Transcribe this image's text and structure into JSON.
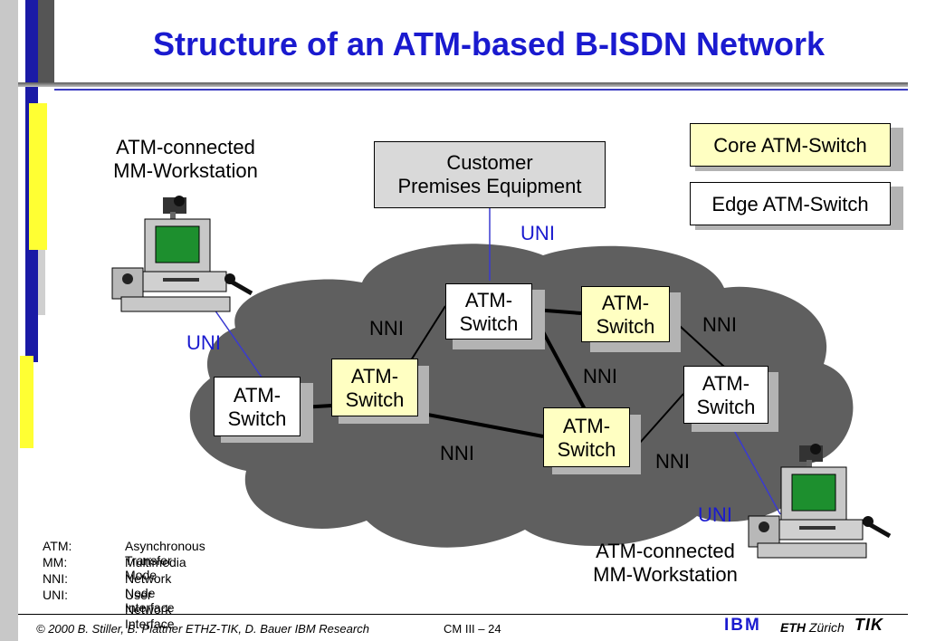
{
  "title": "Structure of an ATM-based B-ISDN Network",
  "workstation_labels": {
    "top_left": [
      "ATM-connected",
      "MM-Workstation"
    ],
    "bottom_right": [
      "ATM-connected",
      "MM-Workstation"
    ]
  },
  "cpe": [
    "Customer",
    "Premises Equipment"
  ],
  "legend_boxes": {
    "core": "Core ATM-Switch",
    "edge": "Edge ATM-Switch"
  },
  "switches": {
    "center_top": [
      "ATM-",
      "Switch"
    ],
    "right_top": [
      "ATM-",
      "Switch"
    ],
    "left": [
      "ATM-",
      "Switch"
    ],
    "middle": [
      "ATM-",
      "Switch"
    ],
    "bottom": [
      "ATM-",
      "Switch"
    ],
    "right": [
      "ATM-",
      "Switch"
    ]
  },
  "interface_labels": {
    "uni_cpe": "UNI",
    "uni_left": "UNI",
    "uni_right": "UNI",
    "nni_left": "NNI",
    "nni_top_right": "NNI",
    "nni_center": "NNI",
    "nni_bottom": "NNI",
    "nni_bottom_right": "NNI"
  },
  "abbreviations": [
    {
      "abbr": "ATM:",
      "meaning": "Asynchronous Transfer Mode"
    },
    {
      "abbr": "MM:",
      "meaning": "Multimedia"
    },
    {
      "abbr": "NNI:",
      "meaning": "Network Node Interface"
    },
    {
      "abbr": "UNI:",
      "meaning": "User Network Interface"
    }
  ],
  "footer": {
    "copyright": "© 2000  B. Stiller, B. Plattner ETHZ-TIK, D. Bauer IBM Research",
    "slide": "CM III – 24",
    "ibm": "IBM",
    "eth_bold": "ETH",
    "eth_rest": " Zürich",
    "tik": "TIK"
  },
  "colors": {
    "title": "#1a1acf",
    "cloud": "#5f5f5f",
    "core_switch": "#ffffc2",
    "edge_switch": "#ffffff",
    "link_blue": "#3a3ad0"
  }
}
